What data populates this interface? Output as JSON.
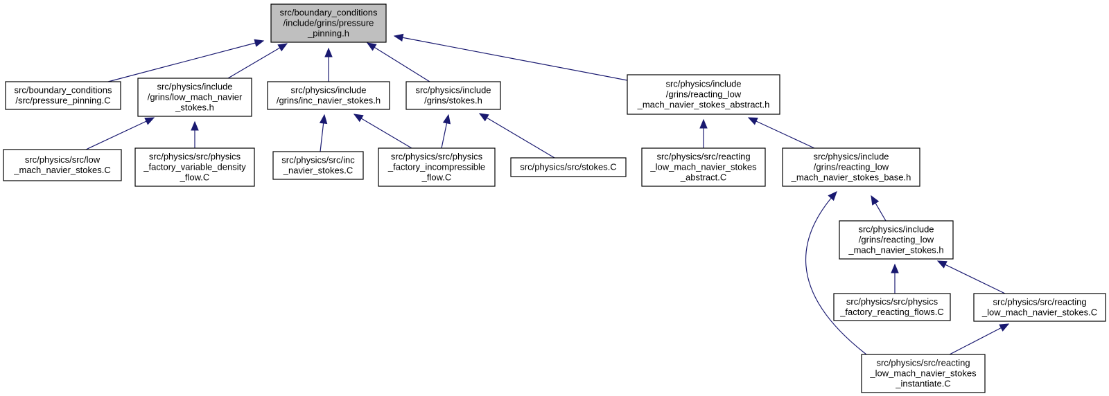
{
  "colors": {
    "root_fill": "#bfbfbf",
    "node_fill": "#ffffff",
    "edge": "#191970",
    "border": "#000000"
  },
  "nodes": [
    {
      "id": "root",
      "lines": [
        "src/boundary_conditions",
        "/include/grins/pressure",
        "_pinning.h"
      ],
      "highlight": true
    },
    {
      "id": "pp_c",
      "lines": [
        "src/boundary_conditions",
        "/src/pressure_pinning.C"
      ]
    },
    {
      "id": "lmns_h",
      "lines": [
        "src/physics/include",
        "/grins/low_mach_navier",
        "_stokes.h"
      ]
    },
    {
      "id": "incns_h",
      "lines": [
        "src/physics/include",
        "/grins/inc_navier_stokes.h"
      ]
    },
    {
      "id": "stokes_h",
      "lines": [
        "src/physics/include",
        "/grins/stokes.h"
      ]
    },
    {
      "id": "rlmns_abs_h",
      "lines": [
        "src/physics/include",
        "/grins/reacting_low",
        "_mach_navier_stokes_abstract.h"
      ]
    },
    {
      "id": "lmns_c",
      "lines": [
        "src/physics/src/low",
        "_mach_navier_stokes.C"
      ]
    },
    {
      "id": "pf_vd",
      "lines": [
        "src/physics/src/physics",
        "_factory_variable_density",
        "_flow.C"
      ]
    },
    {
      "id": "incns_c",
      "lines": [
        "src/physics/src/inc",
        "_navier_stokes.C"
      ]
    },
    {
      "id": "pf_inc",
      "lines": [
        "src/physics/src/physics",
        "_factory_incompressible",
        "_flow.C"
      ]
    },
    {
      "id": "stokes_c",
      "lines": [
        "src/physics/src/stokes.C"
      ]
    },
    {
      "id": "rlmns_abs_c",
      "lines": [
        "src/physics/src/reacting",
        "_low_mach_navier_stokes",
        "_abstract.C"
      ]
    },
    {
      "id": "rlmns_base_h",
      "lines": [
        "src/physics/include",
        "/grins/reacting_low",
        "_mach_navier_stokes_base.h"
      ]
    },
    {
      "id": "rlmns_h",
      "lines": [
        "src/physics/include",
        "/grins/reacting_low",
        "_mach_navier_stokes.h"
      ]
    },
    {
      "id": "pf_react",
      "lines": [
        "src/physics/src/physics",
        "_factory_reacting_flows.C"
      ]
    },
    {
      "id": "rlmns_c",
      "lines": [
        "src/physics/src/reacting",
        "_low_mach_navier_stokes.C"
      ]
    },
    {
      "id": "rlmns_inst",
      "lines": [
        "src/physics/src/reacting",
        "_low_mach_navier_stokes",
        "_instantiate.C"
      ]
    }
  ],
  "edges": [
    {
      "from": "pp_c",
      "to": "root"
    },
    {
      "from": "lmns_h",
      "to": "root"
    },
    {
      "from": "incns_h",
      "to": "root"
    },
    {
      "from": "stokes_h",
      "to": "root"
    },
    {
      "from": "rlmns_abs_h",
      "to": "root"
    },
    {
      "from": "lmns_c",
      "to": "lmns_h"
    },
    {
      "from": "pf_vd",
      "to": "lmns_h"
    },
    {
      "from": "incns_c",
      "to": "incns_h"
    },
    {
      "from": "pf_inc",
      "to": "incns_h"
    },
    {
      "from": "pf_inc",
      "to": "stokes_h"
    },
    {
      "from": "stokes_c",
      "to": "stokes_h"
    },
    {
      "from": "rlmns_abs_c",
      "to": "rlmns_abs_h"
    },
    {
      "from": "rlmns_base_h",
      "to": "rlmns_abs_h"
    },
    {
      "from": "rlmns_h",
      "to": "rlmns_base_h"
    },
    {
      "from": "rlmns_inst",
      "to": "rlmns_base_h"
    },
    {
      "from": "pf_react",
      "to": "rlmns_h"
    },
    {
      "from": "rlmns_c",
      "to": "rlmns_h"
    },
    {
      "from": "rlmns_inst",
      "to": "rlmns_c"
    }
  ]
}
